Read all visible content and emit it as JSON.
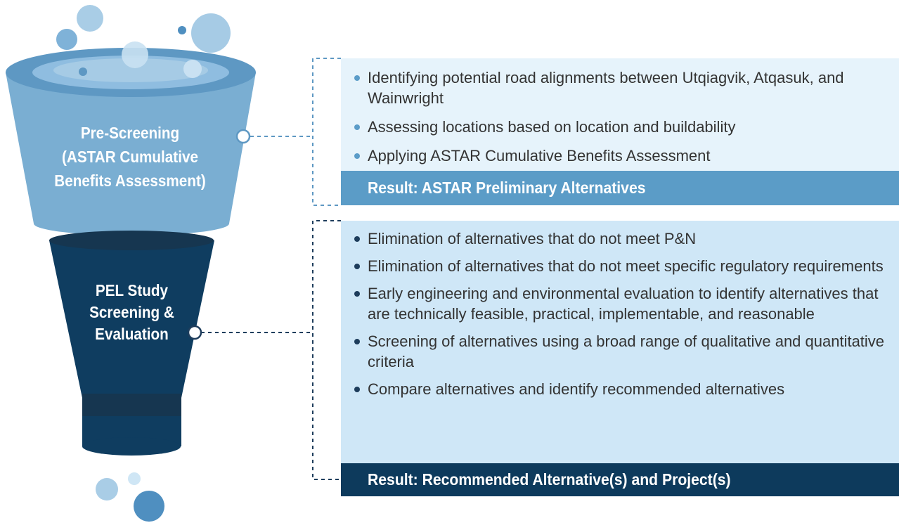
{
  "stage1": {
    "label_lines": [
      "Pre-Screening",
      "(ASTAR Cumulative",
      "Benefits Assessment)"
    ],
    "bullets": [
      "Identifying potential road alignments between Utqiagvik, Atqasuk, and Wainwright",
      "Assessing locations based on location and buildability",
      "Applying ASTAR Cumulative Benefits Assessment"
    ],
    "result": "Result: ASTAR Preliminary Alternatives"
  },
  "stage2": {
    "label_lines": [
      "PEL Study",
      "Screening &",
      "Evaluation"
    ],
    "bullets": [
      "Elimination of alternatives that do not meet P&N",
      "Elimination of alternatives that do not meet specific regulatory requirements",
      "Early engineering and environmental evaluation to identify alternatives that are technically feasible, practical, implementable, and reasonable",
      "Screening of alternatives using a broad range of qualitative and quantitative criteria",
      "Compare alternatives and identify recommended alternatives"
    ],
    "result": "Result: Recommended Alternative(s) and Project(s)"
  },
  "colors": {
    "light_funnel": "#7aaed2",
    "light_funnel_dark": "#5e98c3",
    "dark_funnel": "#0f3d60",
    "dark_funnel_band": "#163650",
    "panel1_bg": "#e6f3fb",
    "panel2_bg": "#cfe7f7",
    "result1_bg": "#5b9cc7",
    "result2_bg": "#0d3a5c"
  }
}
